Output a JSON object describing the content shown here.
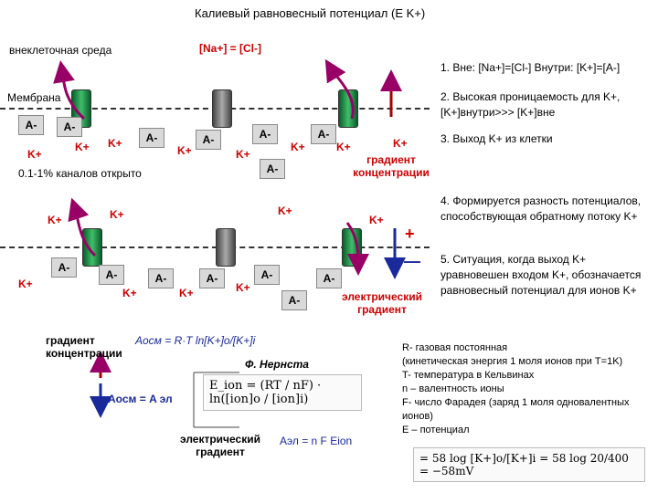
{
  "title": "Калиевый равновесный потенциал (E K+)",
  "top": {
    "extracellular": "внеклеточная среда",
    "na_eq_cl": "[Na+] = [Cl-]",
    "membrane": "Мембрана",
    "channels_open": "0.1-1% каналов открыто",
    "conc_gradient": "градиент концентрации"
  },
  "ions": {
    "k": "K+",
    "a": "A-"
  },
  "bottom": {
    "electric_gradient": "электрический градиент"
  },
  "right_points": [
    "1. Вне: [Na+]=[Cl-] Внутри: [K+]=[A-]",
    "2. Высокая проницаемость для K+, [K+]внутри>>> [K+]вне",
    "3. Выход K+ из клетки",
    "4. Формируется разность потенциалов, способствующая обратному потоку K+",
    "5. Ситуация, когда выход K+ уравновешен входом K+, обозначается равновесный потенциал для ионов K+"
  ],
  "formula": {
    "gradient_label": "градиент концентрации",
    "a_osm": "Aосм = R·T ln[K+]o/[K+]i",
    "nernst": "Ф. Нернста",
    "a_osm_eq": "Aосм = A эл",
    "electric_gradient": "электрический градиент",
    "a_el": "Aэл = n F Eion",
    "nernst_eq": "E_ion = (RT / nF) · ln([ion]o / [ion]i)",
    "final_eq": "= 58 log [K+]o/[K+]i = 58 log 20/400 = −58mV"
  },
  "legend": [
    "R- газовая постоянная",
    "(кинетическая энергия 1 моля ионов при T=1K)",
    "T- температура в Кельвинах",
    "n – валентность ионы",
    "F- число Фарадея (заряд 1 моля одновалентных ионов)",
    "E – потенциал"
  ],
  "colors": {
    "ion_red": "#cc0000",
    "channel_green": "#2e9e56",
    "arrow_blue": "#1a2a9a",
    "arrow_magenta": "#990066"
  }
}
